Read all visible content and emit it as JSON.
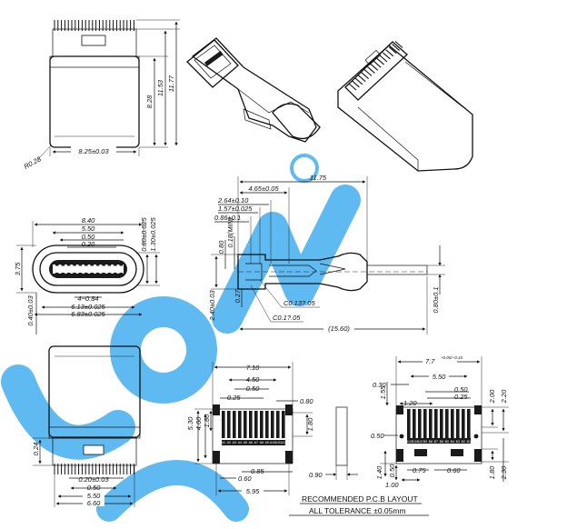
{
  "watermark_color": "#2aa3ee",
  "top_view": {
    "width": "8.25±0.03",
    "radius": "R0.28",
    "h1": "8.28",
    "h2": "11.53",
    "h3": "11.77"
  },
  "front_view": {
    "w1": "8.40",
    "w2": "5.50",
    "w3": "0.50",
    "w4": "0.20",
    "w5": "4−0.84",
    "w6": "6.13±0.025",
    "w7": "6.83±0.025",
    "h_left": "3.75",
    "h_bottom": "0.40±0.03",
    "r1": "0.80±0.025",
    "r2": "1.30±0.025"
  },
  "side_view": {
    "l1": "11.75",
    "l2": "4.65±0.05",
    "l3": "2.64±0.10",
    "l4": "1.57±0.025",
    "l5": "0.86±0.1",
    "v1": "0.80",
    "v2": "0.18(MIN)",
    "v3": "2.40±0.03",
    "v4": "0.27",
    "c1": "C0.13?.05",
    "c2": "C0.1?.05",
    "l6": "(15.60)",
    "v5": "0.80±0.1"
  },
  "bottom_view": {
    "h1": "0.24",
    "w1": "0.20±0.03",
    "w2": "0.50",
    "w3": "5.50",
    "w4": "6.60"
  },
  "pcb_left": {
    "w1": "7.10",
    "w2": "4.50",
    "w3": "0.50",
    "w4": "0.25",
    "w5": "0.80",
    "h1": "5.30",
    "h2": "4.60",
    "h3": "1.80",
    "h4": "1.80",
    "b1": "0.85",
    "b2": "0.60",
    "b3": "5.95",
    "pins": [
      "A1",
      "A2",
      "A3",
      "A4",
      "A5",
      "A6",
      "A7",
      "A8",
      "A9",
      "A10",
      "A11",
      "A12"
    ]
  },
  "slot": {
    "w": "0.90"
  },
  "pcb_right": {
    "w1": "7.7",
    "w1_tol": "+0.05/−0.15",
    "w2": "5.50",
    "w3": "0.30",
    "w4": "0.50",
    "w5": "0.25",
    "w6": "1.20",
    "h1": "1.55",
    "h2": "2.00",
    "h3": "2.20",
    "h4": "0.50",
    "h5": "1.40",
    "h6": "0.50",
    "h7": "1.80",
    "h8": "2.30",
    "b1": "0.75",
    "b2": "0.60",
    "b3": "1.00",
    "pins": [
      "B12",
      "B11",
      "B10",
      "B9",
      "B8",
      "B7",
      "B6",
      "B5",
      "B4",
      "B3",
      "B2",
      "B1"
    ]
  },
  "footer": {
    "title": "RECOMMENDED  P.C.B  LAYOUT",
    "tolerance": "ALL  TOLERANCE  ±0.05mm"
  }
}
